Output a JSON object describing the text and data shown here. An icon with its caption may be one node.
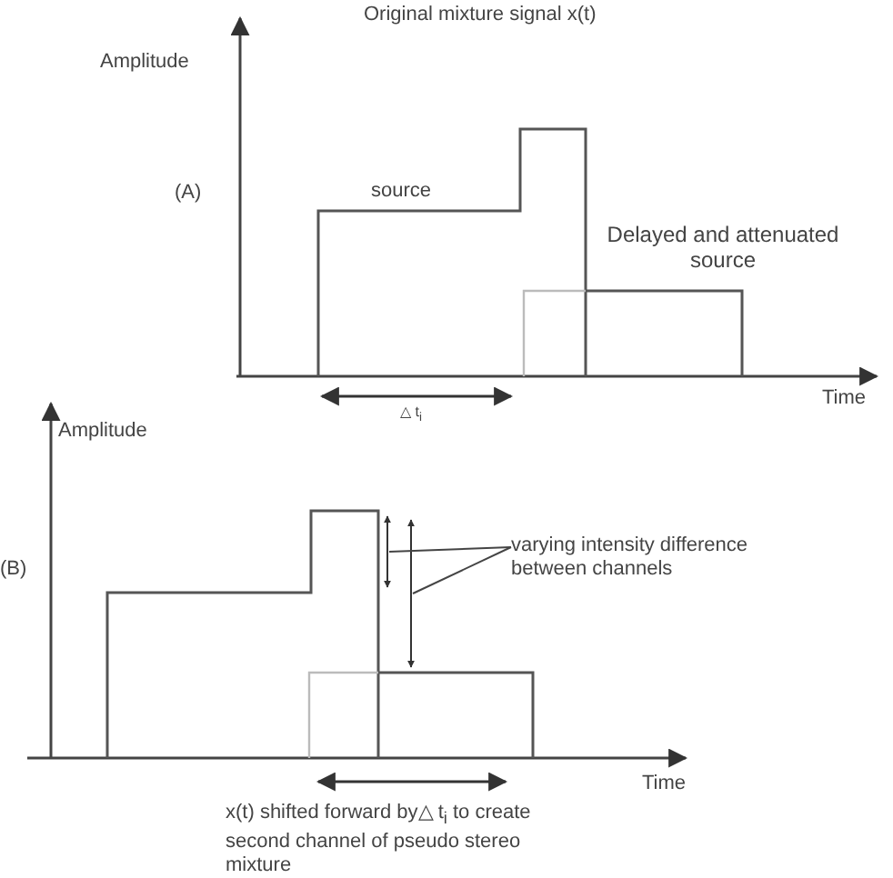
{
  "diagram": {
    "nodes": [
      {
        "text": [
          "varying intensity difference between channels"
        ]
      },
      {
        "text": [],
        "shape": "arrow"
      },
      {
        "text": [],
        "shape": "arrow"
      }
    ],
    "edges": [
      {
        "from": 0,
        "to": 1,
        "arrow": "none"
      },
      {
        "from": 0,
        "to": 2,
        "arrow": "none"
      }
    ],
    "labels": [
      "Original mixture signal x(t)",
      "Amplitude",
      "(A)",
      "source",
      "Delayed and attenuated source",
      "Time",
      "△ t$_{i}$",
      "Amplitude",
      "(B)",
      "Time",
      "x(t) shifted forward by△ t$_{i}$ to create second channel of pseudo stereo mixture"
    ]
  }
}
